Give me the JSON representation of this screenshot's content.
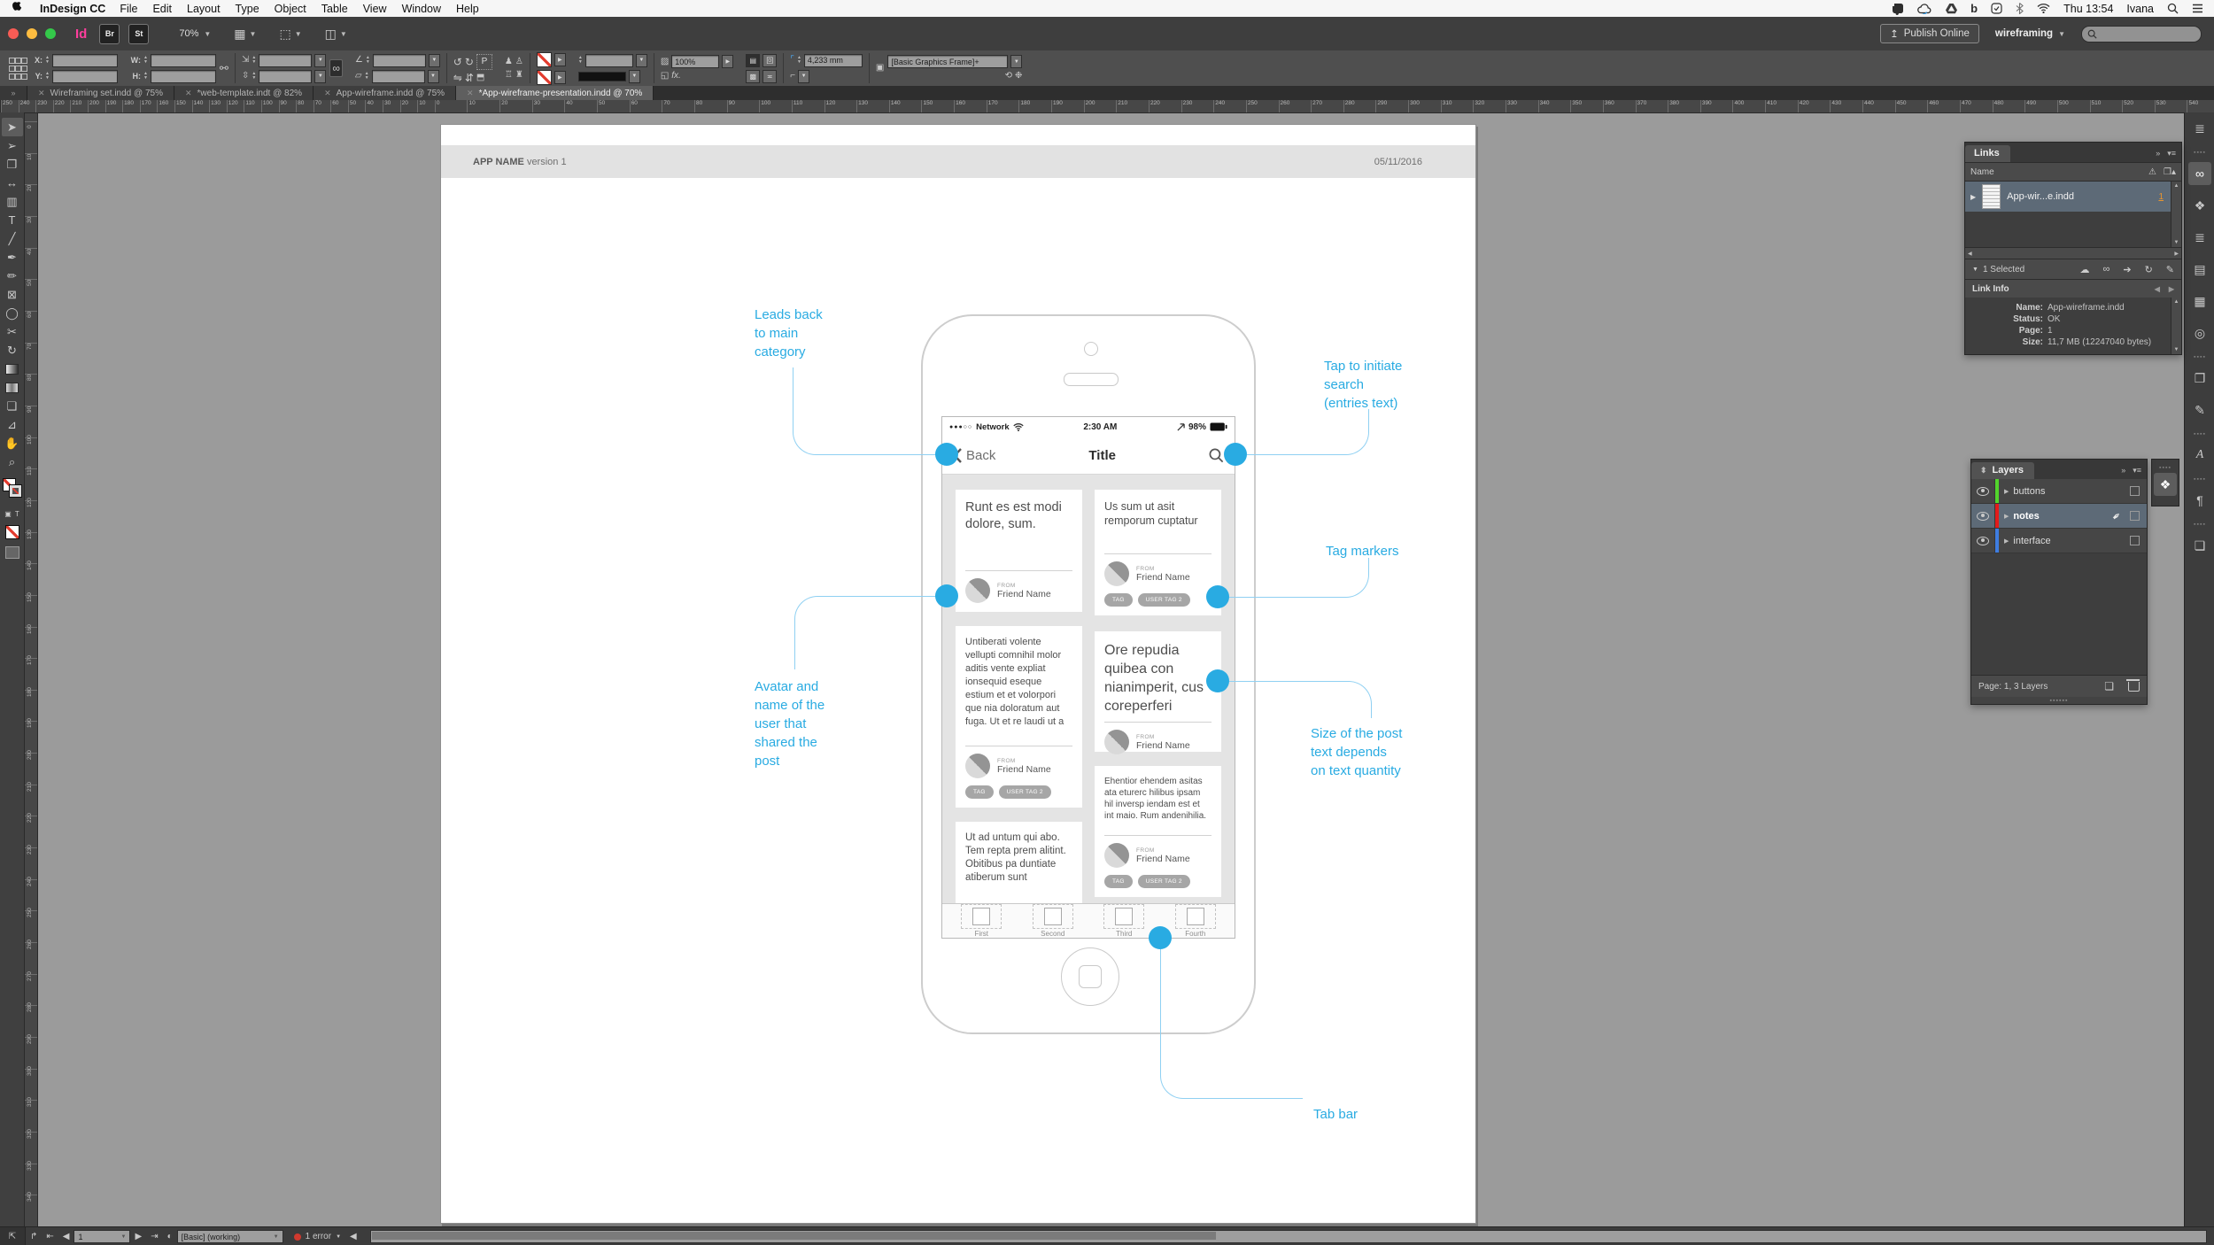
{
  "colors": {
    "accent": "#29abe2",
    "connector": "#8fd0f2",
    "layer_buttons": "#52d42c",
    "layer_notes": "#e31b1b",
    "layer_interface": "#3f7de0",
    "link_page_number": "#e8952f",
    "error": "#d0392e"
  },
  "menubar": {
    "app": "InDesign CC",
    "menus": [
      "File",
      "Edit",
      "Layout",
      "Type",
      "Object",
      "Table",
      "View",
      "Window",
      "Help"
    ],
    "clock": "Thu 13:54",
    "user": "Ivana"
  },
  "titlebar": {
    "bridge": "Br",
    "stock": "St",
    "zoom_level": "70%",
    "publish_label": "Publish Online",
    "workspace": "wireframing"
  },
  "controlbar": {
    "labels": {
      "x": "X:",
      "y": "Y:",
      "w": "W:",
      "h": "H:"
    },
    "opacity": "100%",
    "fx": "fx.",
    "corner_radius": "4,233 mm",
    "object_style": "[Basic Graphics Frame]+"
  },
  "doc_tabs": [
    {
      "label": "Wireframing set.indd @ 75%",
      "active": false
    },
    {
      "label": "*web-template.indt @ 82%",
      "active": false
    },
    {
      "label": "App-wireframe.indd @ 75%",
      "active": false
    },
    {
      "label": "*App-wireframe-presentation.indd @ 70%",
      "active": true
    }
  ],
  "rulers": {
    "h1": [
      "250",
      "240",
      "230",
      "220",
      "210",
      "200",
      "190",
      "180",
      "170",
      "160",
      "150",
      "140",
      "130",
      "120",
      "110",
      "100",
      "90",
      "80",
      "70",
      "60",
      "50",
      "40",
      "30",
      "20",
      "10"
    ],
    "h2": [
      "0",
      "10",
      "20",
      "30",
      "40",
      "50",
      "60",
      "70",
      "80",
      "90",
      "100",
      "110",
      "120",
      "130",
      "140",
      "150",
      "160",
      "170",
      "180",
      "190",
      "200",
      "210",
      "220",
      "230",
      "240",
      "250",
      "260",
      "270",
      "280",
      "290",
      "300",
      "310",
      "320",
      "330",
      "340",
      "350",
      "360",
      "370",
      "380",
      "390",
      "400",
      "410",
      "420",
      "430",
      "440",
      "450",
      "460",
      "470",
      "480",
      "490",
      "500",
      "510",
      "520",
      "530",
      "540"
    ],
    "v": [
      "0",
      "10",
      "20",
      "30",
      "40",
      "50",
      "60",
      "70",
      "80",
      "90",
      "100",
      "110",
      "120",
      "130",
      "140",
      "150",
      "160",
      "170",
      "180",
      "190",
      "200",
      "210",
      "220",
      "230",
      "240",
      "250",
      "260",
      "270",
      "280",
      "290",
      "300",
      "310",
      "320",
      "330",
      "340"
    ]
  },
  "tools": [
    {
      "name": "selection-tool",
      "glyph": "➤"
    },
    {
      "name": "direct-selection-tool",
      "glyph": "➢"
    },
    {
      "name": "page-tool",
      "glyph": "❐"
    },
    {
      "name": "gap-tool",
      "glyph": "↔"
    },
    {
      "name": "content-collector-tool",
      "glyph": "▥"
    },
    {
      "name": "type-tool",
      "glyph": "T"
    },
    {
      "name": "line-tool",
      "glyph": "╱"
    },
    {
      "name": "pen-tool",
      "glyph": "✒"
    },
    {
      "name": "pencil-tool",
      "glyph": "✏"
    },
    {
      "name": "rectangle-frame-tool",
      "glyph": "⊠"
    },
    {
      "name": "ellipse-tool",
      "glyph": "◯"
    },
    {
      "name": "scissors-tool",
      "glyph": "✂"
    },
    {
      "name": "free-transform-tool",
      "glyph": "↻"
    },
    {
      "name": "gradient-tool",
      "glyph": "▉"
    },
    {
      "name": "gradient-feather-tool",
      "glyph": "▉"
    },
    {
      "name": "note-tool",
      "glyph": "❏"
    },
    {
      "name": "measure-tool",
      "glyph": "⊿"
    },
    {
      "name": "hand-tool",
      "glyph": "✋"
    },
    {
      "name": "zoom-tool",
      "glyph": "⌕"
    }
  ],
  "page": {
    "title": "APP NAME",
    "subtitle": "version 1",
    "date": "05/11/2016"
  },
  "phone": {
    "status": {
      "signal": "●●●○○",
      "carrier": "Network",
      "time": "2:30 AM",
      "battery": "98%"
    },
    "nav": {
      "back": "Back",
      "title": "Title"
    },
    "cards": {
      "a": {
        "text": "Runt es est modi dolore, sum.",
        "from": "FROM",
        "name": "Friend Name"
      },
      "b": {
        "text": "Us sum ut asit remporum cuptatur",
        "from": "FROM",
        "name": "Friend Name",
        "tags": [
          "TAG",
          "USER TAG 2"
        ]
      },
      "c": {
        "text": "Untiberati volente vellupti comnihil molor aditis vente expliat ionsequid eseque estium et et volorpori que nia doloratum aut fuga. Ut et re laudi ut a",
        "from": "FROM",
        "name": "Friend Name",
        "tags": [
          "TAG",
          "USER TAG 2"
        ]
      },
      "d": {
        "text": "Ore repudia quibea con nianimperit, cus coreperferi",
        "from": "FROM",
        "name": "Friend Name"
      },
      "e": {
        "text": "Ehentior ehendem asitas ata eturerc hilibus ipsam hil inversp iendam est et int maio. Rum andenihilia.",
        "from": "FROM",
        "name": "Friend Name",
        "tags": [
          "TAG",
          "USER TAG 2"
        ]
      },
      "f": {
        "text": "Ut ad untum qui abo. Tem repta prem alitint. Obitibus pa duntiate atiberum sunt"
      }
    },
    "tabbar": [
      "First",
      "Second",
      "Third",
      "Fourth"
    ]
  },
  "annotations": {
    "leads_back": "Leads back\nto main\ncategory",
    "tap_search": "Tap to initiate\nsearch\n(entries text)",
    "tag_markers": "Tag markers",
    "avatar": "Avatar and\nname of the\nuser that\nshared the\npost",
    "size_post": "Size of the post\ntext depends\non text quantity",
    "tab_bar": "Tab bar"
  },
  "links_panel": {
    "title": "Links",
    "name_col": "Name",
    "file": "App-wir...e.indd",
    "page": "1",
    "selected": "1 Selected",
    "info_title": "Link Info",
    "info": [
      {
        "label": "Name:",
        "value": "App-wireframe.indd"
      },
      {
        "label": "Status:",
        "value": "OK"
      },
      {
        "label": "Page:",
        "value": "1"
      },
      {
        "label": "Size:",
        "value": "11,7 MB (12247040 bytes)"
      }
    ]
  },
  "layers_panel": {
    "title": "Layers",
    "layers": [
      {
        "name": "buttons",
        "color": "#52d42c",
        "selected": false
      },
      {
        "name": "notes",
        "color": "#e31b1b",
        "selected": true
      },
      {
        "name": "interface",
        "color": "#3f7de0",
        "selected": false
      }
    ],
    "footer": "Page: 1, 3 Layers"
  },
  "statusbar": {
    "page": "1",
    "preset": "[Basic] (working)",
    "errors": "1 error"
  }
}
